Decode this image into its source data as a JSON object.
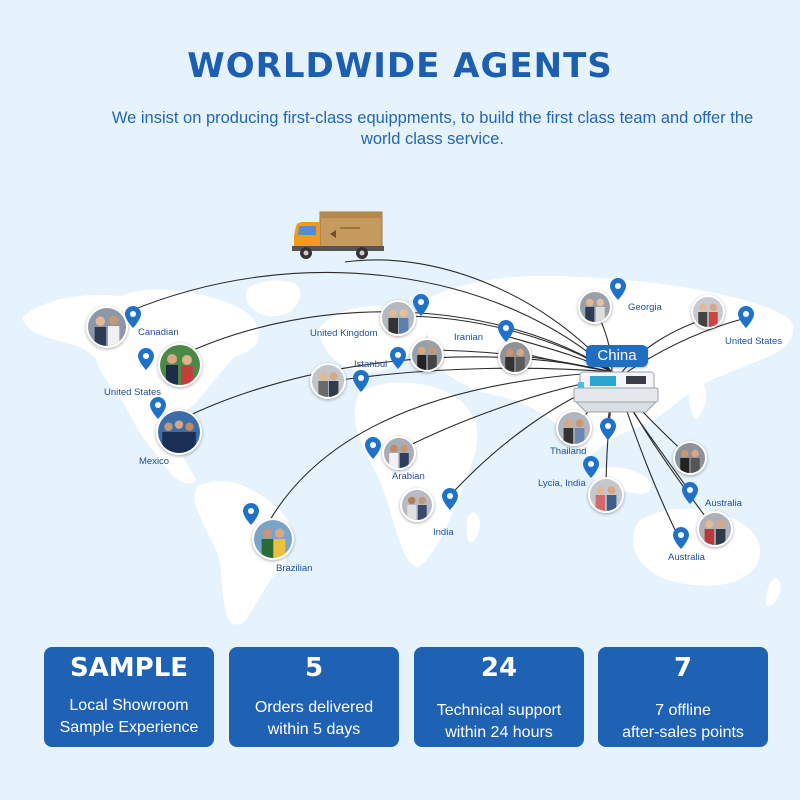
{
  "header": {
    "title": "WORLDWIDE AGENTS",
    "subtitle": "We insist on producing first-class equippments, to build the first class team and offer the world class service."
  },
  "map": {
    "hub_label": "China",
    "locations": [
      {
        "name": "Canadian"
      },
      {
        "name": "United States"
      },
      {
        "name": "Mexico"
      },
      {
        "name": "Brazilian"
      },
      {
        "name": "United Kingdom"
      },
      {
        "name": "Istanbul"
      },
      {
        "name": "Iranian"
      },
      {
        "name": "Arabian"
      },
      {
        "name": "India"
      },
      {
        "name": "Georgia"
      },
      {
        "name": "United States"
      },
      {
        "name": "Thailand"
      },
      {
        "name": "Lycia, India"
      },
      {
        "name": "Australia"
      },
      {
        "name": "Australia"
      }
    ]
  },
  "stats": [
    {
      "value": "SAMPLE",
      "line1": "Local Showroom",
      "line2": "Sample Experience"
    },
    {
      "value": "5",
      "line1": "Orders delivered",
      "line2": "within 5 days"
    },
    {
      "value": "24",
      "line1": "Technical support",
      "line2": "within 24 hours"
    },
    {
      "value": "7",
      "line1": "7 offline",
      "line2": "after-sales points"
    }
  ],
  "colors": {
    "background": "#e6f3fc",
    "title": "#1c5eb0",
    "card": "#1f62b3",
    "pin": "#1f72c8",
    "land": "#ffffff"
  }
}
